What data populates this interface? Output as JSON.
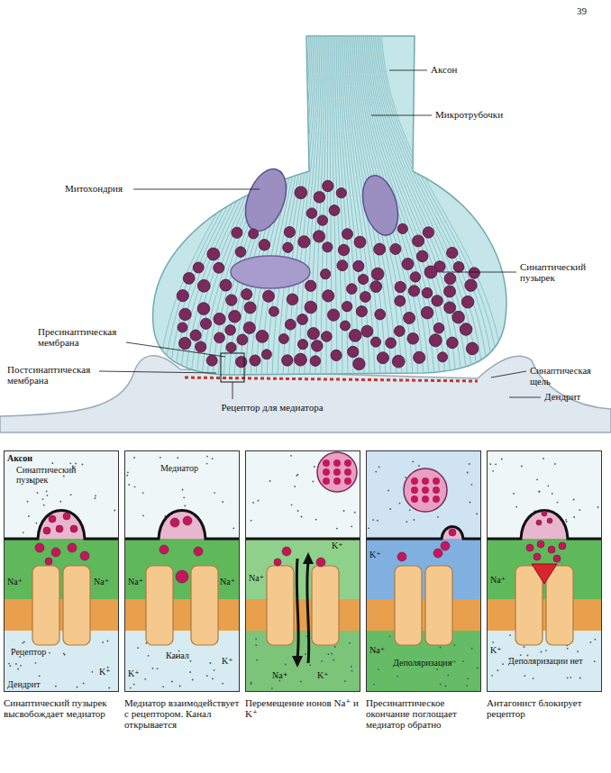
{
  "diagram": {
    "nodes": [
      {
        "text": [
          "Аксон",
          "Синаптический пузырек",
          "Na⁺",
          "Na⁺",
          "Рецептор",
          "K⁺",
          "Дендрит"
        ]
      },
      {
        "text": [
          "Медиатор",
          "Na⁺",
          "Na⁺",
          "K⁺",
          "Канал",
          "K⁺"
        ]
      },
      {
        "text": [
          "Na⁺",
          "K⁺",
          "Na⁺",
          "K⁺"
        ]
      },
      {
        "text": [
          "K⁺",
          "Na⁺",
          "Деполяризация"
        ]
      },
      {
        "text": [
          "Na⁺",
          "K⁺",
          "Деполяризации нет"
        ]
      }
    ],
    "labels": [
      "39",
      "Аксон",
      "Микротрубочки",
      "Митохондрия",
      "Синаптический пузырек",
      "Пресинаптическая мембрана",
      "Постсинаптическая мембрана",
      "Синаптическая щель",
      "Дендрит",
      "Рецептор для медиатора",
      "Синаптический пузырек высвобождает медиатор",
      "Медиатор взаимодействует с рецептором. Канал открывается",
      "Перемещение ионов Na⁺ и K⁺",
      "Пресинаптическое окончание поглощает медиатор обратно",
      "Антагонист блокирует рецептор"
    ]
  }
}
